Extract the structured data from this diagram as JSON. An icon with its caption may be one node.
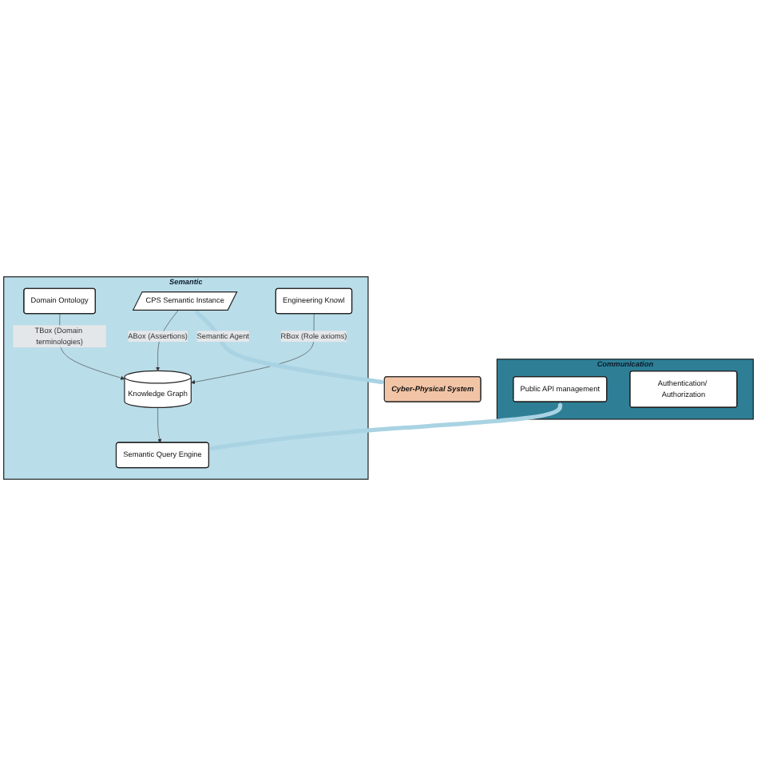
{
  "diagram": {
    "nodes": [
      {
        "text": [
          "Communication"
        ]
      },
      {
        "text": [
          "Public API management"
        ],
        "in": 0
      },
      {
        "text": [
          "Authentication/ Authorization"
        ],
        "in": 0
      },
      {
        "text": [
          "Semantic"
        ]
      },
      {
        "text": [
          "Semantic Query Engine"
        ],
        "in": 3
      },
      {
        "text": [
          "Knowledge Graph"
        ],
        "in": 3
      },
      {
        "text": [
          "Domain Ontology"
        ],
        "in": 3
      },
      {
        "text": [
          "CPS Semantic Instance"
        ],
        "in": 3
      },
      {
        "text": [
          "Engineering Knowl"
        ],
        "in": 3
      },
      {
        "text": [
          "Cyber-Physical System"
        ]
      }
    ],
    "edges": [
      {
        "from": 1,
        "to": 4,
        "arrow": "both",
        "style": "thick",
        "color": "#a9d3e3"
      },
      {
        "from": 5,
        "to": 4,
        "arrow": "to"
      },
      {
        "from": 8,
        "to": 5,
        "arrow": "to",
        "label": "RBox (Role axioms)"
      },
      {
        "from": 6,
        "to": 5,
        "arrow": "to",
        "label": "TBox (Domain terminologies)"
      },
      {
        "from": 7,
        "to": 5,
        "arrow": "to",
        "label": "ABox (Assertions)"
      },
      {
        "from": 7,
        "to": 9,
        "arrow": "both",
        "style": "thick",
        "color": "#a9d3e3",
        "label": "Semantic Agent"
      }
    ]
  }
}
